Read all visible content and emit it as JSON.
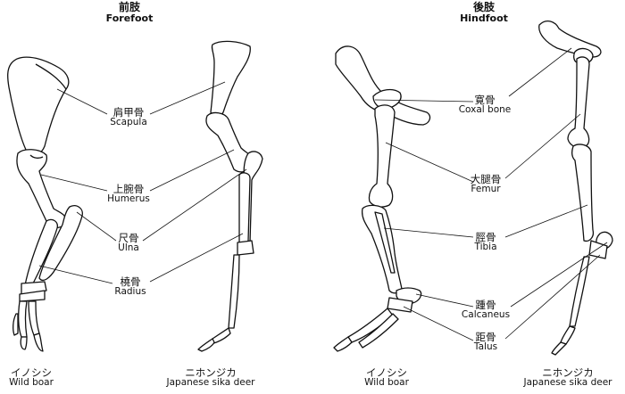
{
  "sections": {
    "forefoot": {
      "jp": "前肢",
      "en": "Forefoot"
    },
    "hindfoot": {
      "jp": "後肢",
      "en": "Hindfoot"
    }
  },
  "labels": {
    "scapula": {
      "jp": "肩甲骨",
      "en": "Scapula"
    },
    "humerus": {
      "jp": "上腕骨",
      "en": "Humerus"
    },
    "ulna": {
      "jp": "尺骨",
      "en": "Ulna"
    },
    "radius": {
      "jp": "橈骨",
      "en": "Radius"
    },
    "coxal": {
      "jp": "寛骨",
      "en": "Coxal bone"
    },
    "femur": {
      "jp": "大腿骨",
      "en": "Femur"
    },
    "tibia": {
      "jp": "脛骨",
      "en": "Tibia"
    },
    "calcaneus": {
      "jp": "踵骨",
      "en": "Calcaneus"
    },
    "talus": {
      "jp": "距骨",
      "en": "Talus"
    }
  },
  "animals": {
    "boar_fore": {
      "jp": "イノシシ",
      "en": "Wild boar"
    },
    "deer_fore": {
      "jp": "ニホンジカ",
      "en": "Japanese sika deer"
    },
    "boar_hind": {
      "jp": "イノシシ",
      "en": "Wild boar"
    },
    "deer_hind": {
      "jp": "ニホンジカ",
      "en": "Japanese sika deer"
    }
  }
}
